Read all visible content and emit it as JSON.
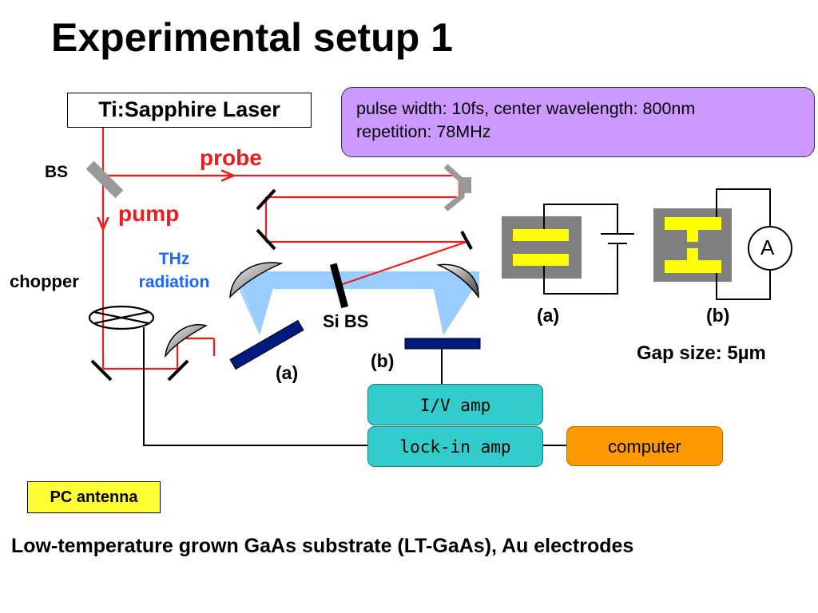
{
  "title": "Experimental setup 1",
  "laser_label": "Ti:Sapphire Laser",
  "laser_specs": {
    "line1": "pulse width: 10fs, center wavelength: 800nm",
    "line2": "repetition: 78MHz"
  },
  "beam_labels": {
    "bs": "BS",
    "probe": "probe",
    "pump": "pump",
    "thz_line1": "THz",
    "thz_line2": "radiation",
    "chopper": "chopper",
    "si_bs": "Si BS",
    "emitter": "(a)",
    "detector": "(b)"
  },
  "antenna_panel": {
    "label_a": "(a)",
    "label_b": "(b)",
    "ammeter": "A",
    "gap": "Gap size: 5µm"
  },
  "electronics": {
    "iv_amp": "I/V amp",
    "lockin_amp": "lock-in amp",
    "computer": "computer"
  },
  "pc_antenna_label": "PC antenna",
  "footer": "Low-temperature grown GaAs substrate  (LT-GaAs), Au electrodes",
  "colors": {
    "beam": "#ee1c1c",
    "thz_beam": "#99ccff",
    "thz_text": "#1a66ff",
    "spec_box": "#cc99ff",
    "amp_box": "#33cccc",
    "computer_box": "#ff9900",
    "pc_box": "#ffff33",
    "antenna_substrate": "#808080",
    "antenna_electrode": "#ffff00",
    "pc_antenna_plate": "#001a80"
  }
}
